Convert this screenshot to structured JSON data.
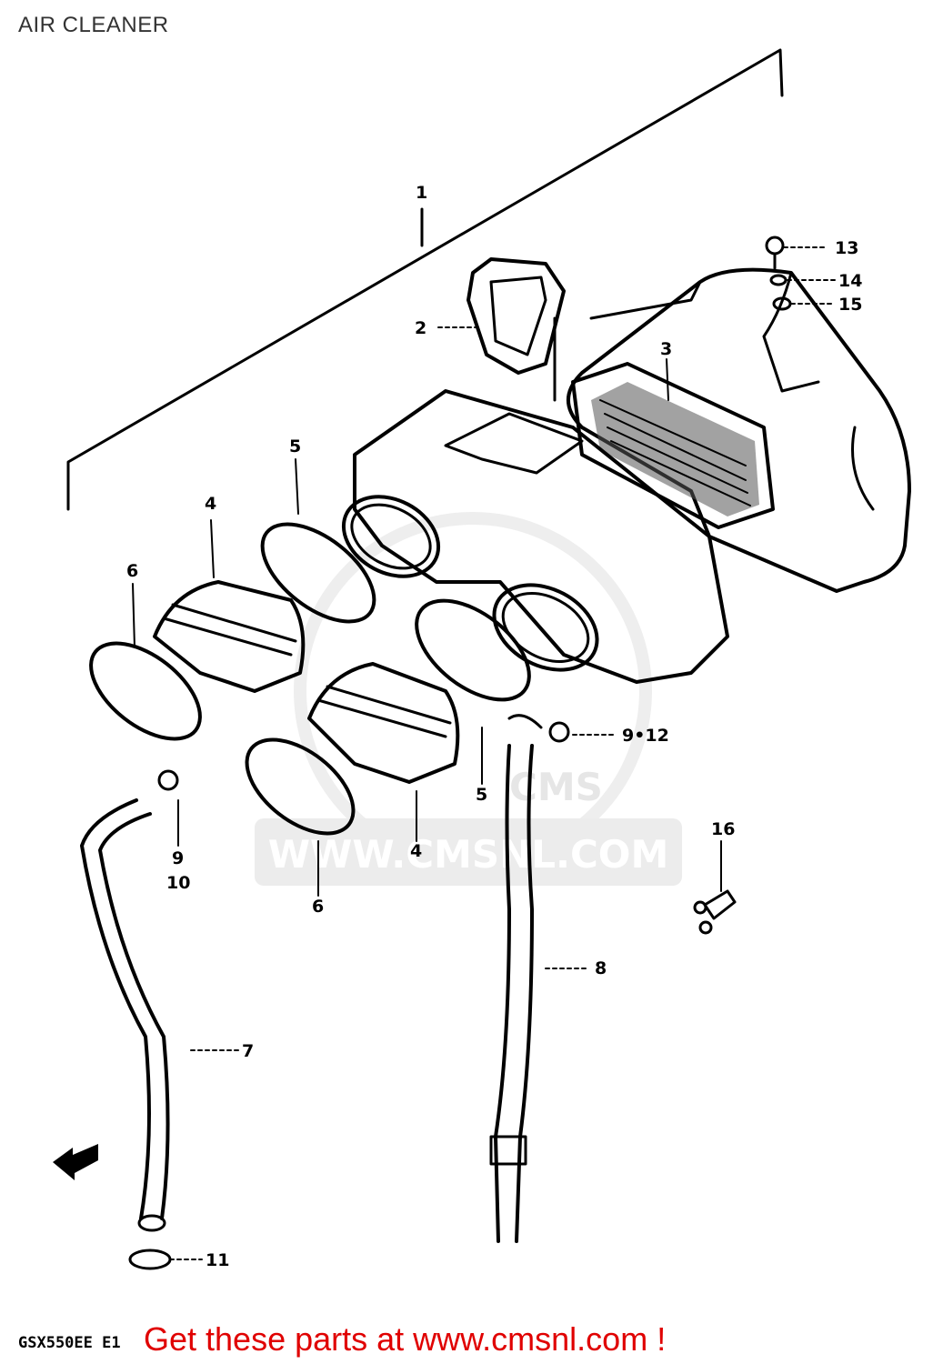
{
  "page": {
    "title": "AIR CLEANER"
  },
  "watermark": {
    "line1": "CMS",
    "line2": "WWW.CMSNL.COM"
  },
  "model_code": "GSX550EE E1",
  "cta": {
    "text": "Get these parts at www.cmsnl.com !",
    "color": "#e00000"
  },
  "callouts": {
    "c1": "1",
    "c2": "2",
    "c3": "3",
    "c4a": "4",
    "c4b": "4",
    "c5a": "5",
    "c5b": "5",
    "c6a": "6",
    "c6b": "6",
    "c7": "7",
    "c8": "8",
    "c9_10a": "9",
    "c9_10b": "10",
    "c9_12": "9•12",
    "c11": "11",
    "c13": "13",
    "c14": "14",
    "c15": "15",
    "c16": "16"
  }
}
